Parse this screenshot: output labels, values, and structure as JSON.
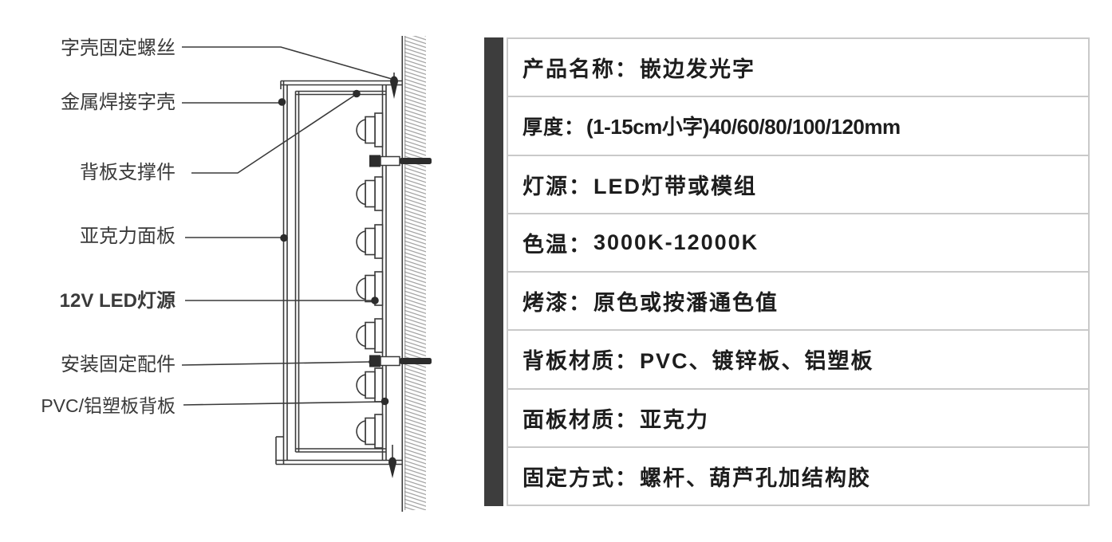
{
  "diagram": {
    "labels": [
      {
        "text": "字壳固定螺丝"
      },
      {
        "text": "金属焊接字壳"
      },
      {
        "text": "背板支撑件"
      },
      {
        "text": "亚克力面板"
      },
      {
        "text": "12V LED灯源"
      },
      {
        "text": "安装固定配件"
      },
      {
        "text": "PVC/铝塑板背板"
      }
    ],
    "line_color": "#3a3a3a",
    "hatch_color": "#9e9e9e"
  },
  "spec_table": {
    "rows": [
      {
        "label": "产品名称：",
        "value": "嵌边发光字"
      },
      {
        "label": "厚度：",
        "value": "(1-15cm小字)40/60/80/100/120mm"
      },
      {
        "label": "灯源：",
        "value": "LED灯带或模组"
      },
      {
        "label": "色温：",
        "value": "3000K-12000K"
      },
      {
        "label": "烤漆：",
        "value": "原色或按潘通色值"
      },
      {
        "label": "背板材质：",
        "value": "PVC、镀锌板、铝塑板"
      },
      {
        "label": "面板材质：",
        "value": "亚克力"
      },
      {
        "label": "固定方式：",
        "value": "螺杆、葫芦孔加结构胶"
      }
    ],
    "colors": {
      "accent_bar": "#3d3d3d",
      "border": "#c9c9c9",
      "text": "#1d1d1d"
    }
  }
}
